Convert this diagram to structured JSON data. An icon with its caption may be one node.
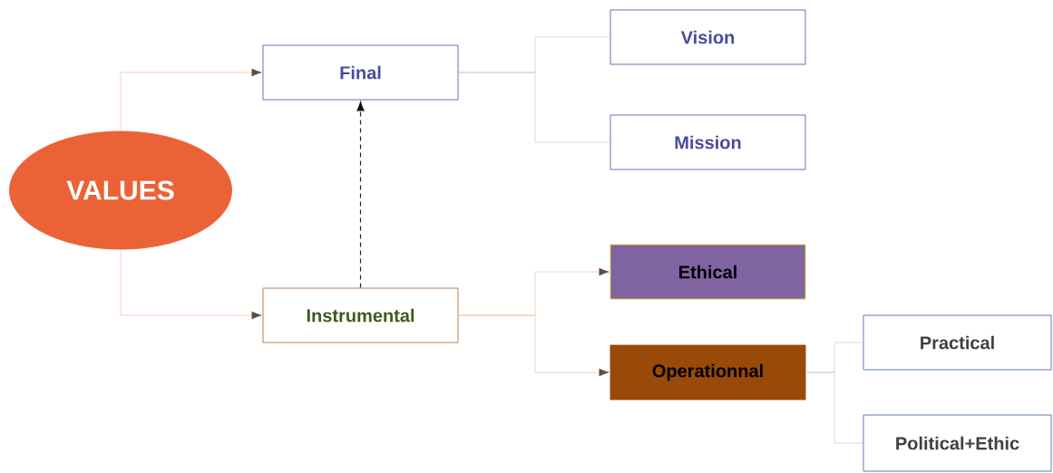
{
  "diagram": {
    "nodes": [
      {
        "text": [
          "VALUES"
        ]
      },
      {
        "text": [
          "Final"
        ]
      },
      {
        "text": [
          "Vision"
        ]
      },
      {
        "text": [
          "Mission"
        ]
      },
      {
        "text": [
          "Instrumental"
        ]
      },
      {
        "text": [
          "Ethical"
        ]
      },
      {
        "text": [
          "Operationnal"
        ]
      },
      {
        "text": [
          "Practical"
        ]
      },
      {
        "text": [
          "Political+Ethic"
        ]
      }
    ],
    "edges": [
      {
        "from": 0,
        "to": 1,
        "arrow": "to",
        "color": "#f6b9a2"
      },
      {
        "from": 0,
        "to": 4,
        "arrow": "to",
        "color": "#f6b9a2"
      },
      {
        "from": 4,
        "to": 1,
        "arrow": "to",
        "style": "dashed",
        "color": "#222222"
      },
      {
        "from": 1,
        "to": 2,
        "arrow": "none",
        "color": "#c4c6e6"
      },
      {
        "from": 1,
        "to": 3,
        "arrow": "none",
        "color": "#c4c6e6"
      },
      {
        "from": 4,
        "to": 5,
        "arrow": "to",
        "color": "#ecc0a0"
      },
      {
        "from": 4,
        "to": 6,
        "arrow": "to",
        "color": "#ecc0a0"
      },
      {
        "from": 6,
        "to": 7,
        "arrow": "none",
        "color": "#bccbdc"
      },
      {
        "from": 6,
        "to": 8,
        "arrow": "none",
        "color": "#bccbdc"
      }
    ]
  }
}
